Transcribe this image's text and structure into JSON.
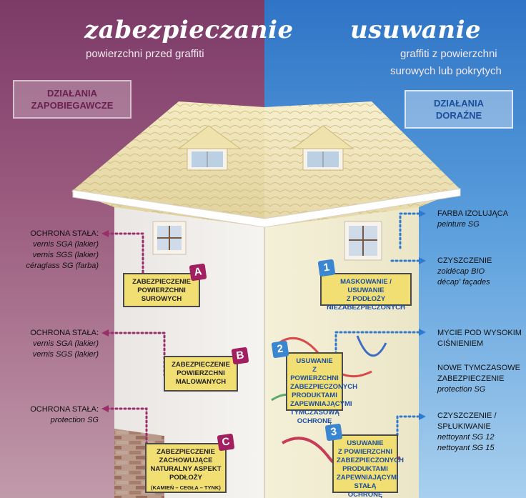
{
  "header": {
    "left_title": "zabezpieczanie",
    "left_subtitle": "powierzchni przed graffiti",
    "right_title": "usuwanie",
    "right_subtitle_1": "graffiti z powierzchni",
    "right_subtitle_2": "surowych lub pokrytych"
  },
  "panels": {
    "left_1": "DZIAŁANIA",
    "left_2": "ZAPOBIEGAWCZE",
    "right_1": "DZIAŁANIA",
    "right_2": "DORAŹNE"
  },
  "left_notes": [
    {
      "head": "OCHRONA STAŁA:",
      "lines": [
        "vernis SGA (lakier)",
        "vernis SGS (lakier)",
        "céraglass SG (farba)"
      ]
    },
    {
      "head": "OCHRONA STAŁA:",
      "lines": [
        "vernis SGA (lakier)",
        "vernis SGS (lakier)"
      ]
    },
    {
      "head": "OCHRONA STAŁA:",
      "lines": [
        "protection SG"
      ]
    }
  ],
  "right_notes": [
    {
      "head": "FARBA IZOLUJĄCA",
      "lines": [
        "peinture SG"
      ]
    },
    {
      "head": "CZYSZCZENIE",
      "lines": [
        "zoldécap BIO",
        "décap' façades"
      ]
    },
    {
      "head_1": "MYCIE POD WYSOKIM",
      "head_2": "CIŚNIENIEM"
    },
    {
      "head_1": "NOWE TYMCZASOWE",
      "head_2": "ZABEZPIECZENIE",
      "lines": [
        "protection SG"
      ]
    },
    {
      "head_1": "CZYSZCZENIE /",
      "head_2": "SPŁUKIWANIE",
      "lines": [
        "nettoyant SG 12",
        "nettoyant SG 15"
      ]
    }
  ],
  "boxes": {
    "A": {
      "badge": "A",
      "lines": [
        "ZABEZPIECZENIE",
        "POWIERZCHNI",
        "SUROWYCH"
      ]
    },
    "B": {
      "badge": "B",
      "lines": [
        "ZABEZPIECZENIE",
        "POWIERZCHNI",
        "MALOWANYCH"
      ]
    },
    "C": {
      "badge": "C",
      "lines": [
        "ZABEZPIECZENIE",
        "ZACHOWUJĄCE",
        "NATURALNY ASPEKT",
        "PODŁOŻY"
      ],
      "small": "(KAMIEŃ – CEGŁA – TYNK)"
    },
    "n1": {
      "badge": "1",
      "lines": [
        "MASKOWANIE / USUWANIE",
        "Z PODŁOŻY",
        "NIEZABEZPIECZONYCH"
      ]
    },
    "n2": {
      "badge": "2",
      "lines": [
        "USUWANIE",
        "Z POWIERZCHNI",
        "ZABEZPIECZONYCH",
        "PRODUKTAMI",
        "ZAPEWNIAJĄCYMI",
        "TYMCZASOWĄ",
        "OCHRONĘ"
      ]
    },
    "n3": {
      "badge": "3",
      "lines": [
        "USUWANIE",
        "Z POWIERZCHNI",
        "ZABEZPIECZONYCH",
        "PRODUKTAMI",
        "ZAPEWNIAJĄCYMI",
        "STAŁĄ OCHRONĘ"
      ]
    }
  },
  "colors": {
    "left_accent": "#7c3a68",
    "right_accent": "#2f74c6",
    "box_fill": "#f2df73",
    "letter_badge": "#a2205f",
    "number_badge": "#3b86d1"
  }
}
